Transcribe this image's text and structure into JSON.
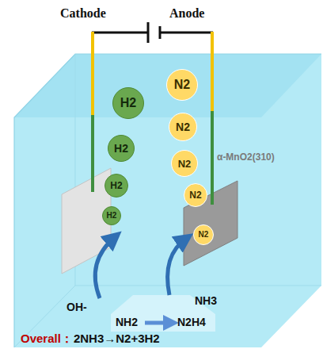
{
  "diagram": {
    "nodes": [
      {
        "text": [
          "H2"
        ]
      },
      {
        "text": [
          "H2"
        ]
      },
      {
        "text": [
          "H2"
        ]
      },
      {
        "text": [
          "H2"
        ]
      },
      {
        "text": [
          "N2"
        ]
      },
      {
        "text": [
          "N2"
        ]
      },
      {
        "text": [
          "N2"
        ]
      },
      {
        "text": [
          "N2"
        ]
      },
      {
        "text": [
          "N2"
        ]
      }
    ],
    "labels": [
      "Cathode",
      "Anode",
      "α-MnO2(310)",
      "OH-",
      "NH3",
      "NH2",
      "N2H4",
      "Overall：",
      "2NH3→N2+3H2"
    ]
  }
}
